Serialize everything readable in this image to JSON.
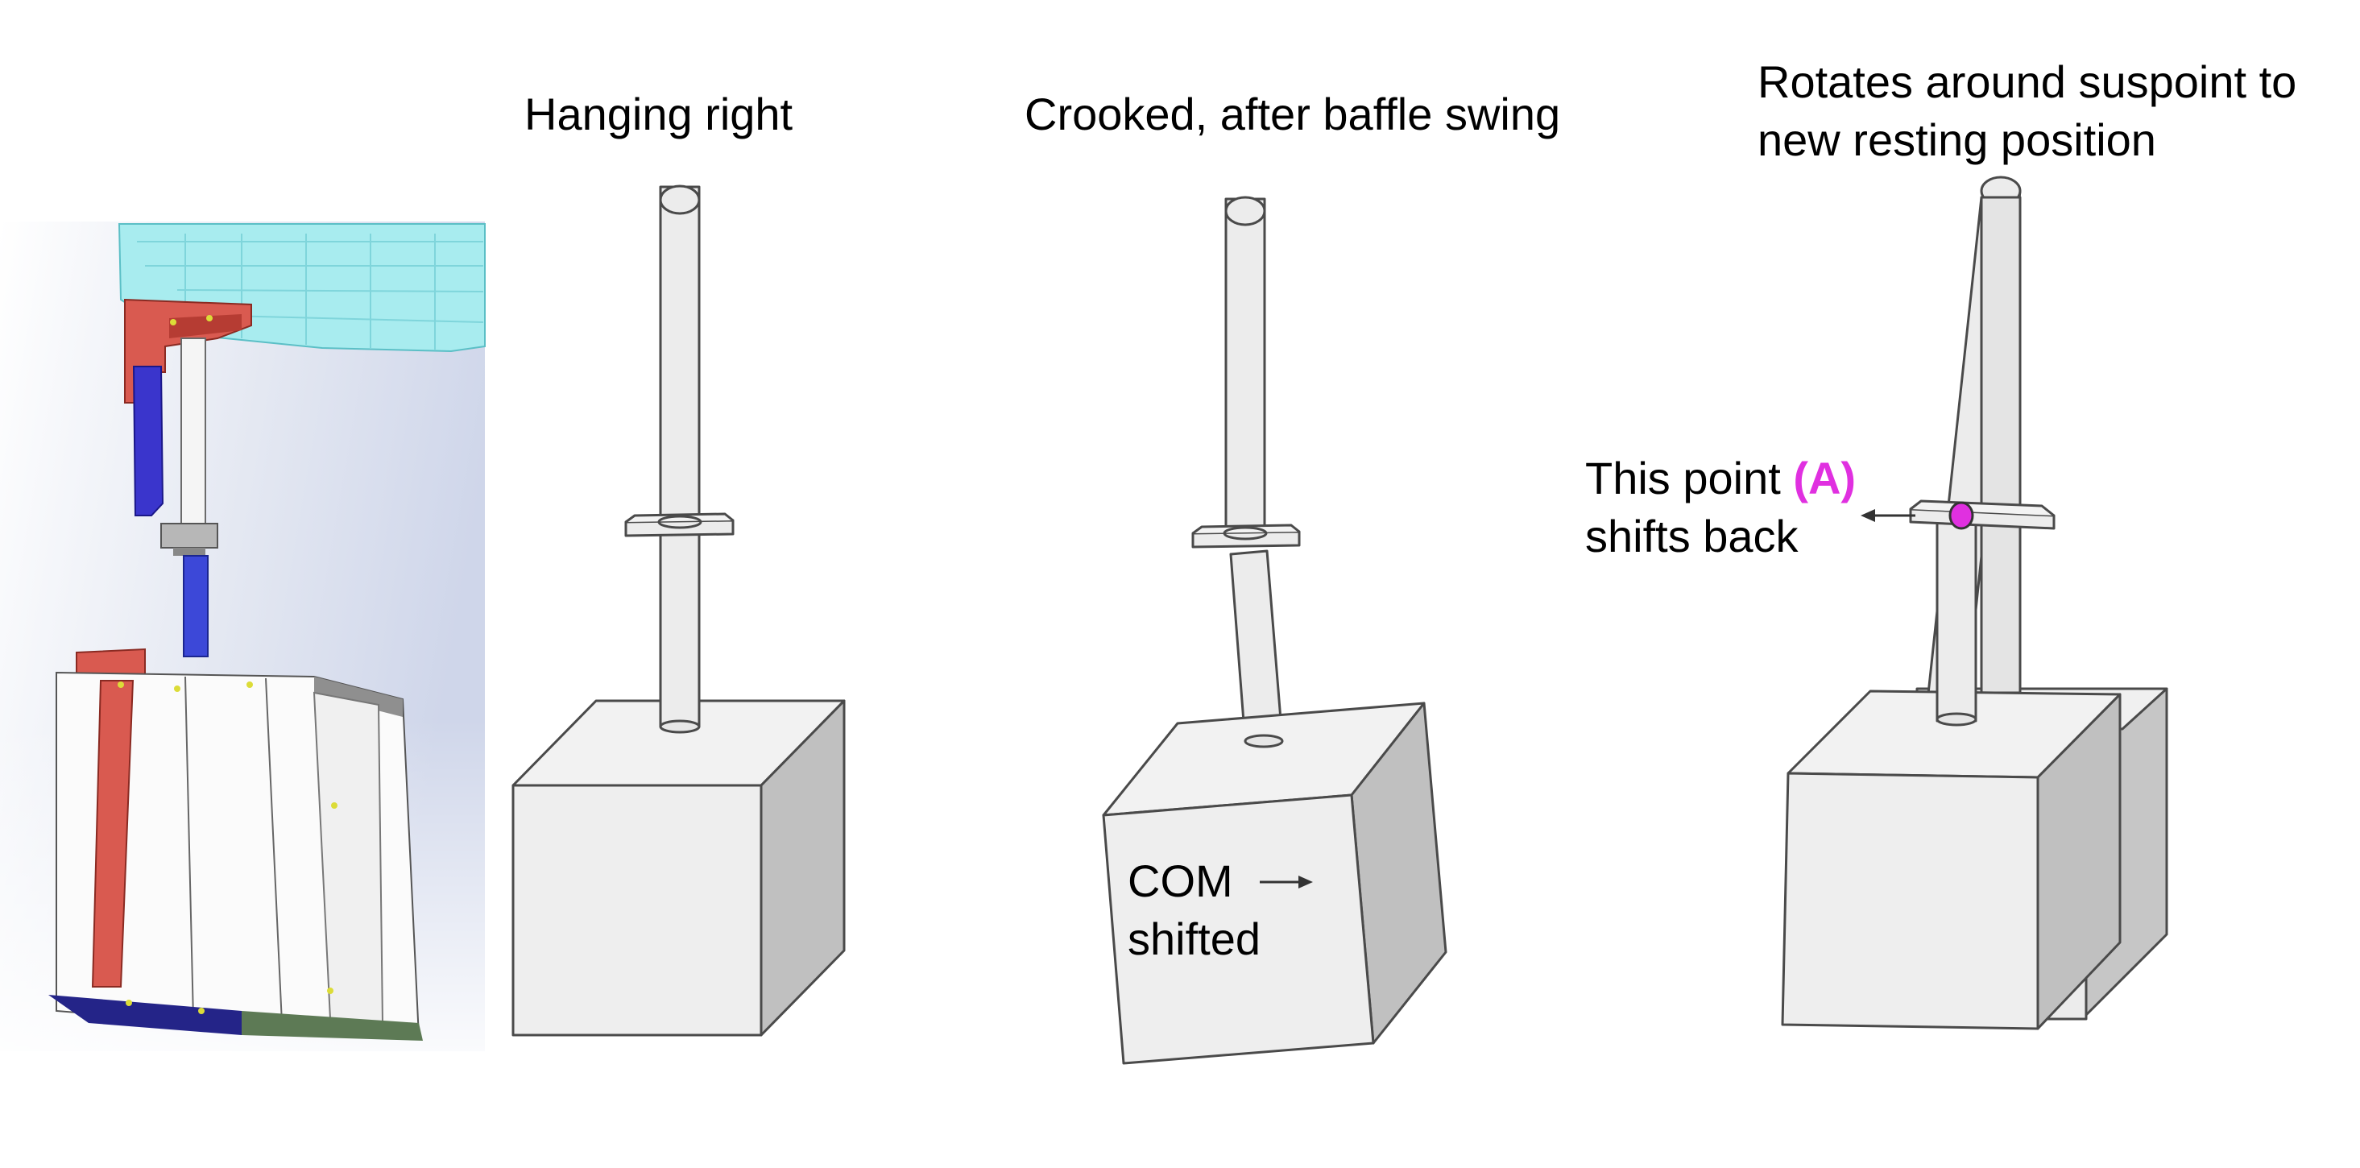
{
  "panels": {
    "hanging_right": {
      "title": "Hanging right"
    },
    "crooked": {
      "title": "Crooked, after baffle swing",
      "com_line1": "COM",
      "com_line2": "shifted"
    },
    "rotates": {
      "title_line1": "Rotates around suspoint to",
      "title_line2": "new resting position",
      "point_prefix": "This point ",
      "point_marker": "(A)",
      "point_line2": "shifts back"
    }
  },
  "icons": {
    "com_arrow": "arrow-right-icon",
    "shift_arrow": "arrow-left-icon",
    "point_marker": "magenta-dot-icon"
  },
  "colors": {
    "accent": "#e030e0",
    "box_front": "#eeeeee",
    "box_top": "#f2f2f2",
    "box_side": "#c0c0c0",
    "rod": "#ececec",
    "outline": "#4a4a4a"
  }
}
